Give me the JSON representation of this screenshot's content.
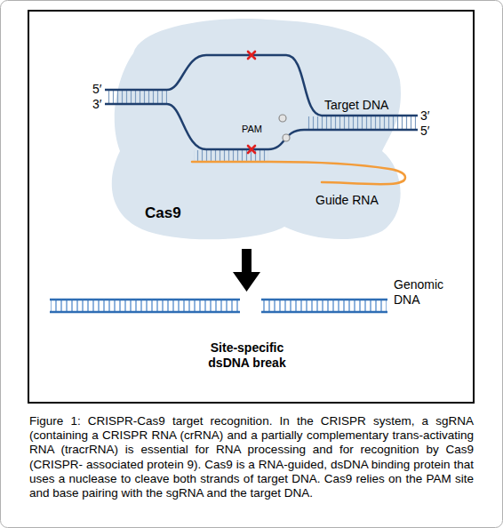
{
  "diagram": {
    "caption": "Figure 1: CRISPR-Cas9 target recognition. In the CRISPR system, a sgRNA (containing a CRISPR RNA (crRNA) and a partially complementary trans-activating RNA (tracrRNA) is essential for RNA processing and for recognition by Cas9 (CRISPR- associated protein 9). Cas9 is a RNA-guided, dsDNA binding protein that uses a nuclease to cleave both strands of target DNA. Cas9 relies on the PAM site and base pairing with the sgRNA and the target DNA.",
    "nodes": [
      {
        "text": [
          "Cas9"
        ]
      }
    ],
    "labels": [
      "5′",
      "3′",
      "Target DNA",
      "PAM",
      "3′",
      "5′",
      "Guide RNA",
      "Genomic DNA",
      "Site-specific dsDNA break"
    ]
  }
}
